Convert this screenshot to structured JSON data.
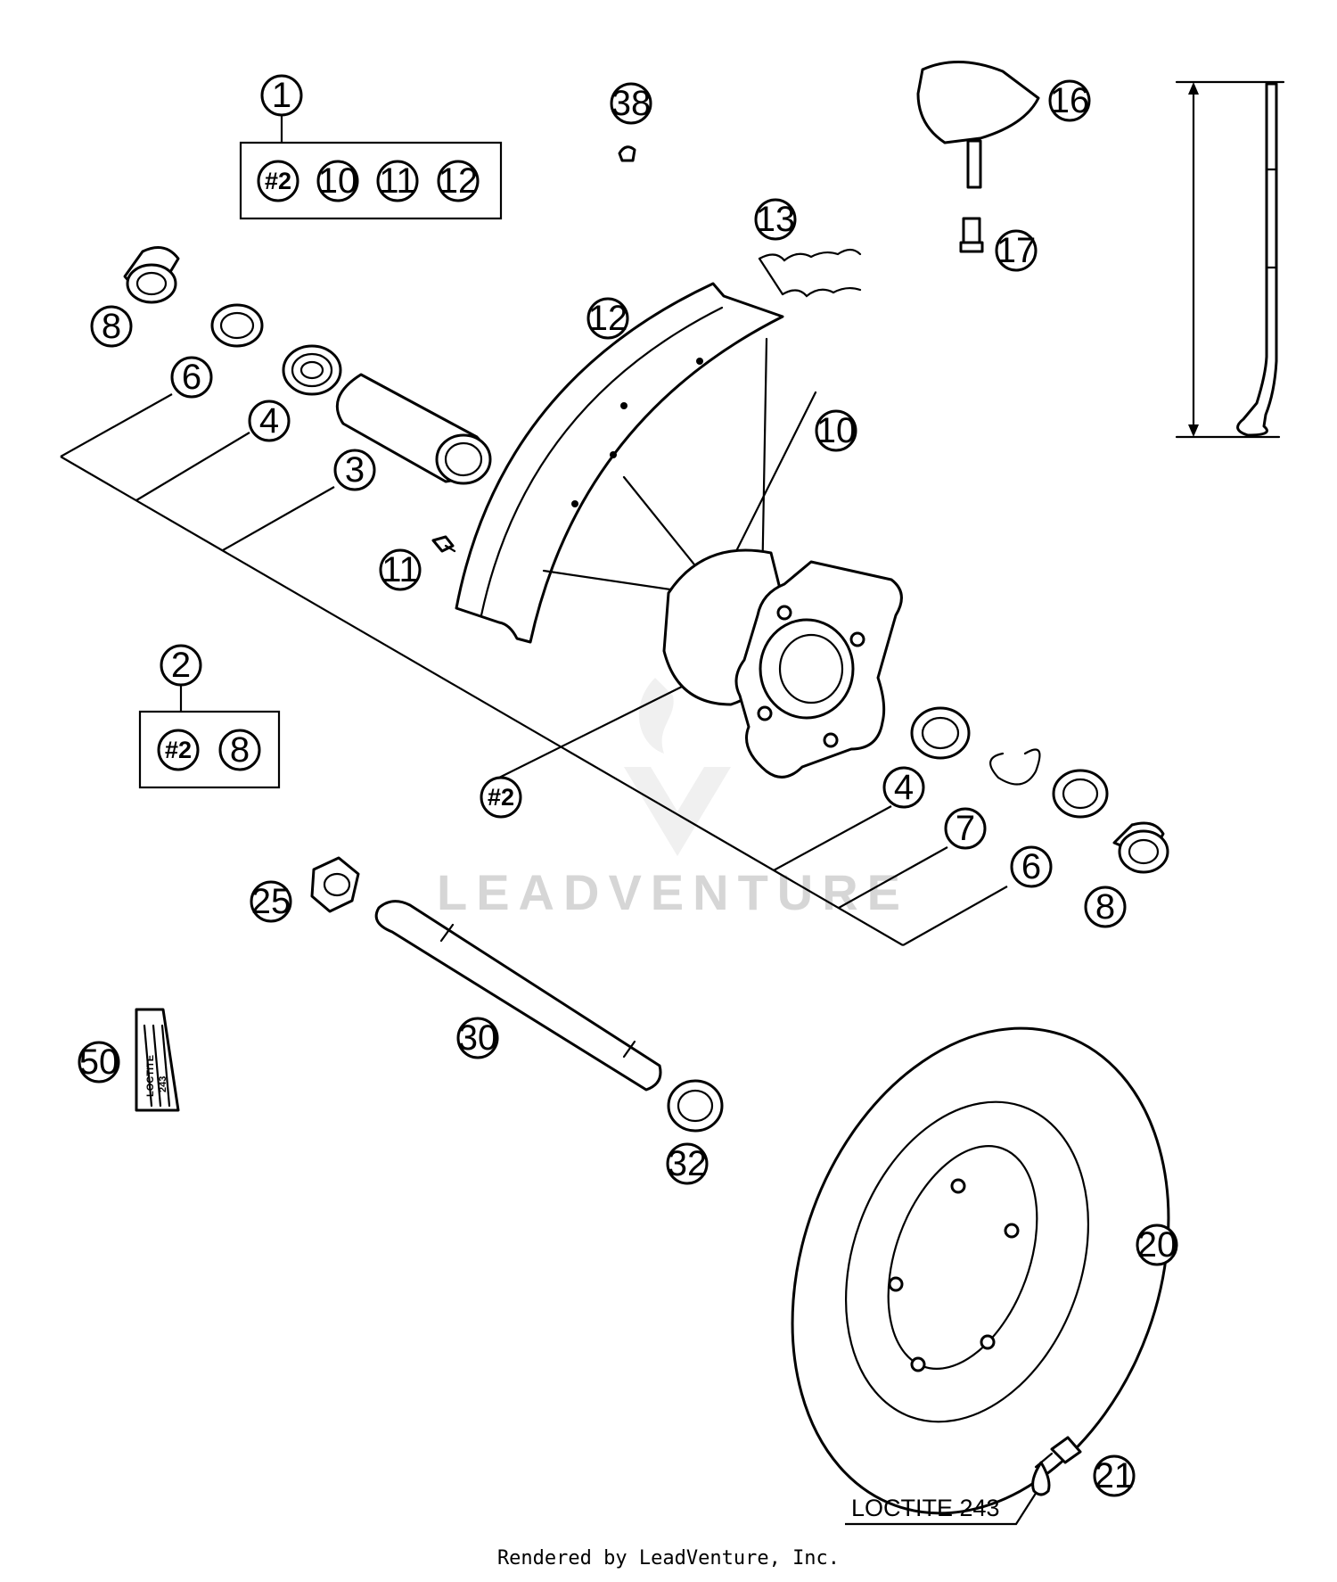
{
  "diagram": {
    "watermark": "LEADVENTURE",
    "footer": "Rendered by LeadVenture, Inc.",
    "loctite_label": "LOCTITE 243",
    "loctite_tube_text": [
      "LOCTITE",
      "243"
    ],
    "callouts": {
      "c1": "1",
      "c2": "2",
      "c3": "3",
      "c4a": "4",
      "c4b": "4",
      "c6a": "6",
      "c6b": "6",
      "c7": "7",
      "c8a": "8",
      "c8b": "8",
      "c8c": "8",
      "c10a": "10",
      "c10b": "10",
      "c11a": "11",
      "c11b": "11",
      "c12a": "12",
      "c12b": "12",
      "c13": "13",
      "c16": "16",
      "c17": "17",
      "c20": "20",
      "c21": "21",
      "c25": "25",
      "c30": "30",
      "c32": "32",
      "c38": "38",
      "c50": "50",
      "h2a": "#2",
      "h2b": "#2",
      "h2c": "#2"
    }
  }
}
